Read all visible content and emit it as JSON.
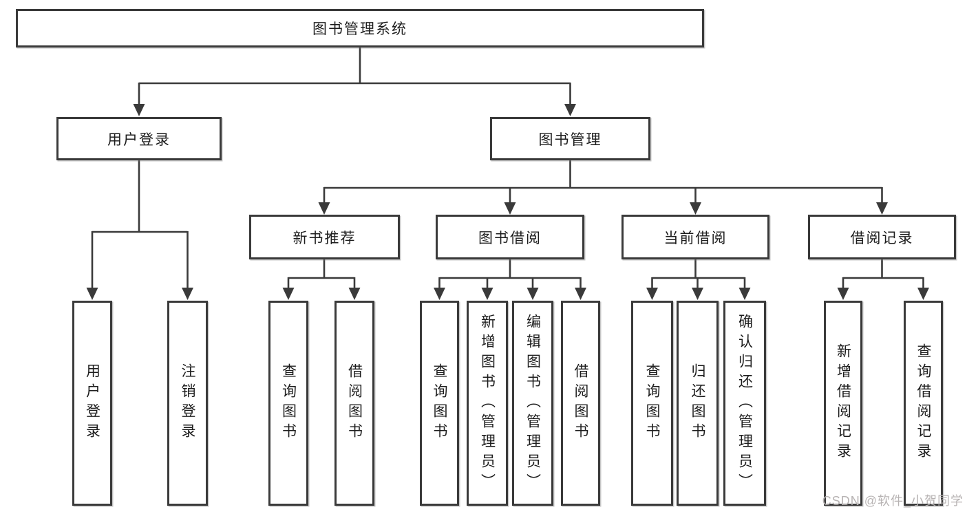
{
  "nodes": {
    "root": "图书管理系统",
    "user_login": "用户登录",
    "book_mgmt": "图书管理",
    "new_book_rec": "新书推荐",
    "book_borrow": "图书借阅",
    "current_borrow": "当前借阅",
    "borrow_record": "借阅记录",
    "leaf_user_login": "用户登录",
    "leaf_logout": "注销登录",
    "leaf_rec_query_book": "查询图书",
    "leaf_rec_borrow_book": "借阅图书",
    "leaf_bb_query_book": "查询图书",
    "leaf_bb_add_book": "新增图书（管理员）",
    "leaf_bb_edit_book": "编辑图书（管理员）",
    "leaf_bb_borrow_book": "借阅图书",
    "leaf_cb_query_book": "查询图书",
    "leaf_cb_return_book": "归还图书",
    "leaf_cb_confirm_return": "确认归还（管理员）",
    "leaf_br_add_record": "新增借阅记录",
    "leaf_br_query_record": "查询借阅记录"
  },
  "watermark": {
    "text": "CSDN @软件_小贺同学",
    "color": "#b7b3b3"
  },
  "colors": {
    "line": "#3a3a3a",
    "box_border": "#3a3a3a",
    "box_fill": "#ffffff",
    "text": "#1d1d1d"
  }
}
